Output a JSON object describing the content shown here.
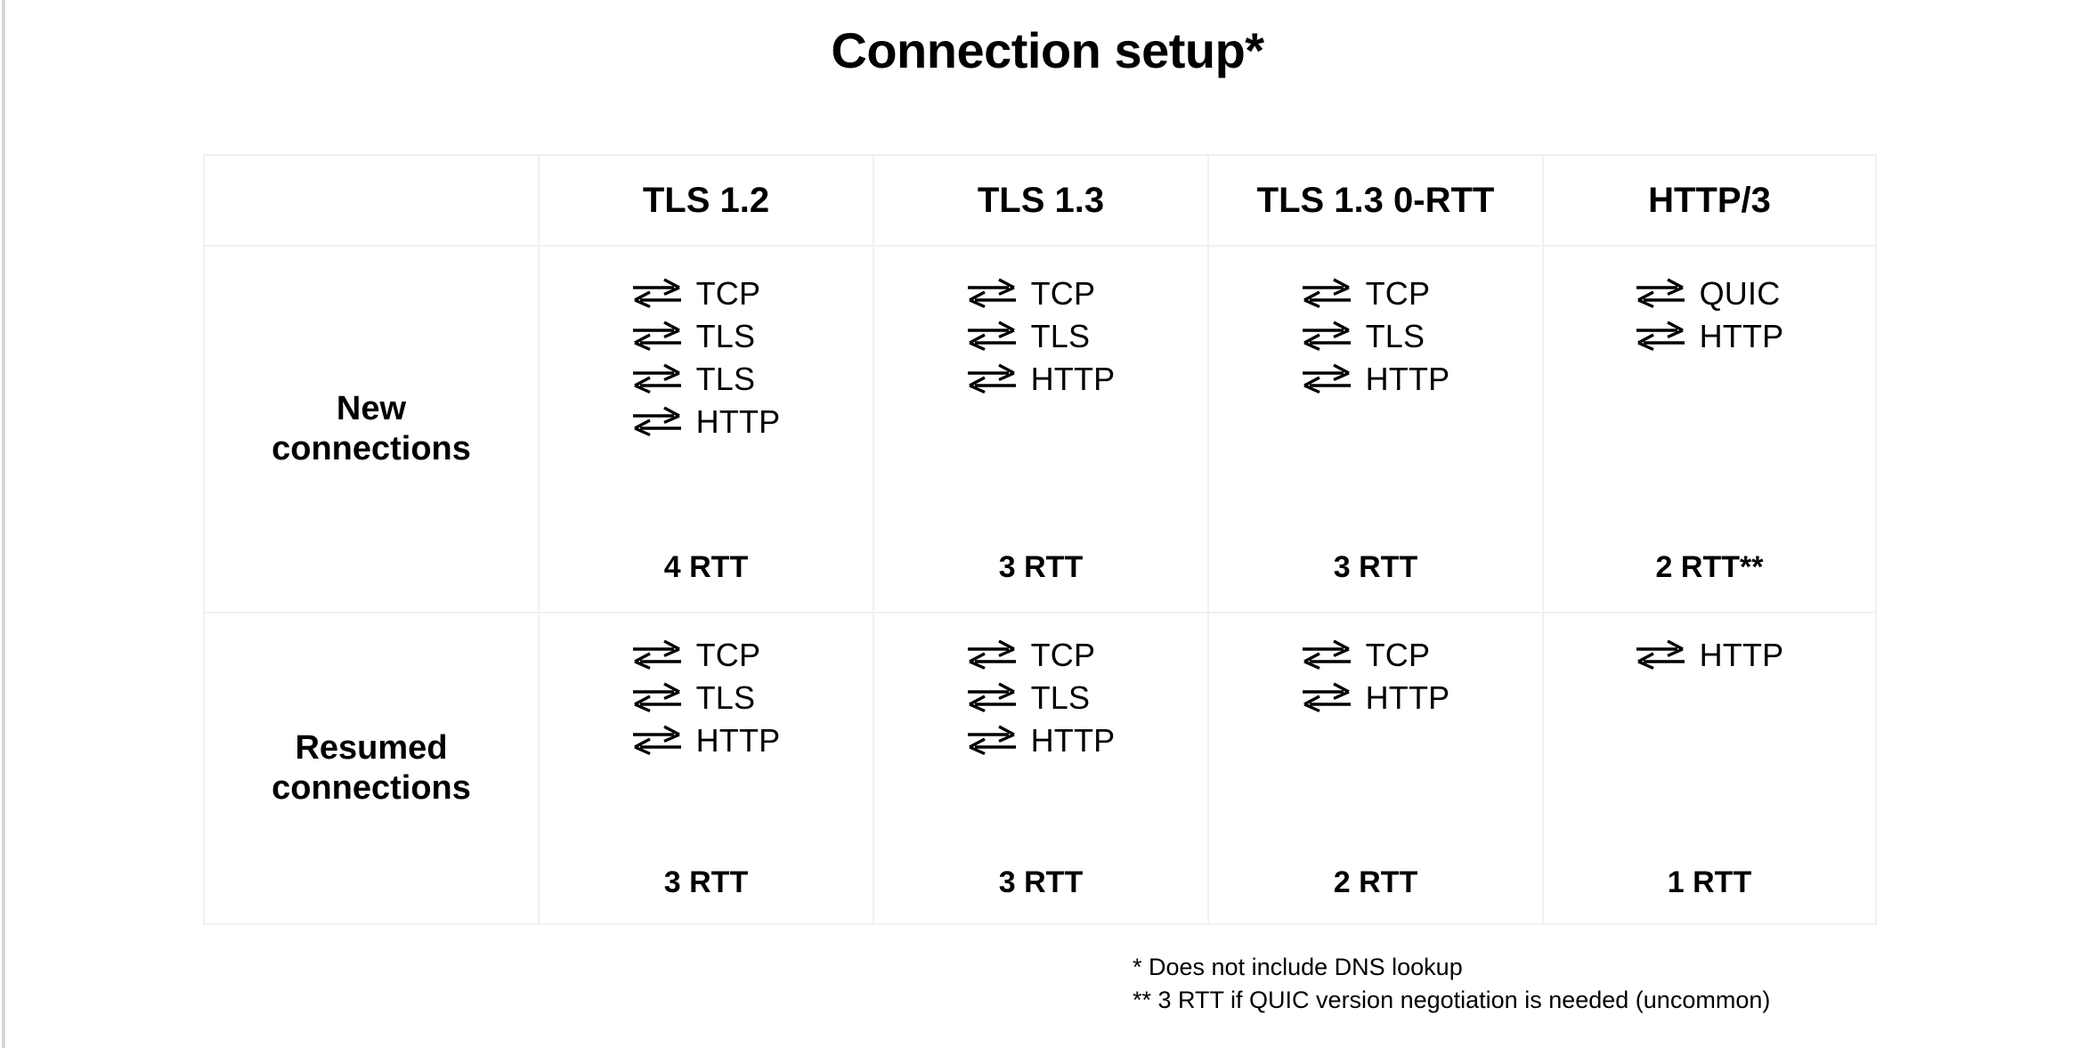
{
  "slide": {
    "title": "Connection setup*"
  },
  "table": {
    "corner_label": "",
    "columns": [
      "TLS 1.2",
      "TLS 1.3",
      "TLS 1.3 0-RTT",
      "HTTP/3"
    ],
    "rows": [
      {
        "label_line1": "New",
        "label_line2": "connections",
        "cells": [
          {
            "steps": [
              "TCP",
              "TLS",
              "TLS",
              "HTTP"
            ],
            "rtt": "4 RTT"
          },
          {
            "steps": [
              "TCP",
              "TLS",
              "HTTP"
            ],
            "rtt": "3 RTT"
          },
          {
            "steps": [
              "TCP",
              "TLS",
              "HTTP"
            ],
            "rtt": "3 RTT"
          },
          {
            "steps": [
              "QUIC",
              "HTTP"
            ],
            "rtt": "2 RTT**"
          }
        ]
      },
      {
        "label_line1": "Resumed",
        "label_line2": "connections",
        "cells": [
          {
            "steps": [
              "TCP",
              "TLS",
              "HTTP"
            ],
            "rtt": "3 RTT"
          },
          {
            "steps": [
              "TCP",
              "TLS",
              "HTTP"
            ],
            "rtt": "3 RTT"
          },
          {
            "steps": [
              "TCP",
              "HTTP"
            ],
            "rtt": "2 RTT"
          },
          {
            "steps": [
              "HTTP"
            ],
            "rtt": "1 RTT"
          }
        ]
      }
    ]
  },
  "footnotes": [
    "* Does not include DNS lookup",
    "** 3 RTT if QUIC version negotiation is needed (uncommon)"
  ],
  "icons": {
    "roundtrip": "bidirectional-arrow-icon"
  },
  "colors": {
    "text": "#000000",
    "background": "#ffffff",
    "grid_line": "#f1f1f1",
    "slide_edge": "#d4d6d8"
  }
}
